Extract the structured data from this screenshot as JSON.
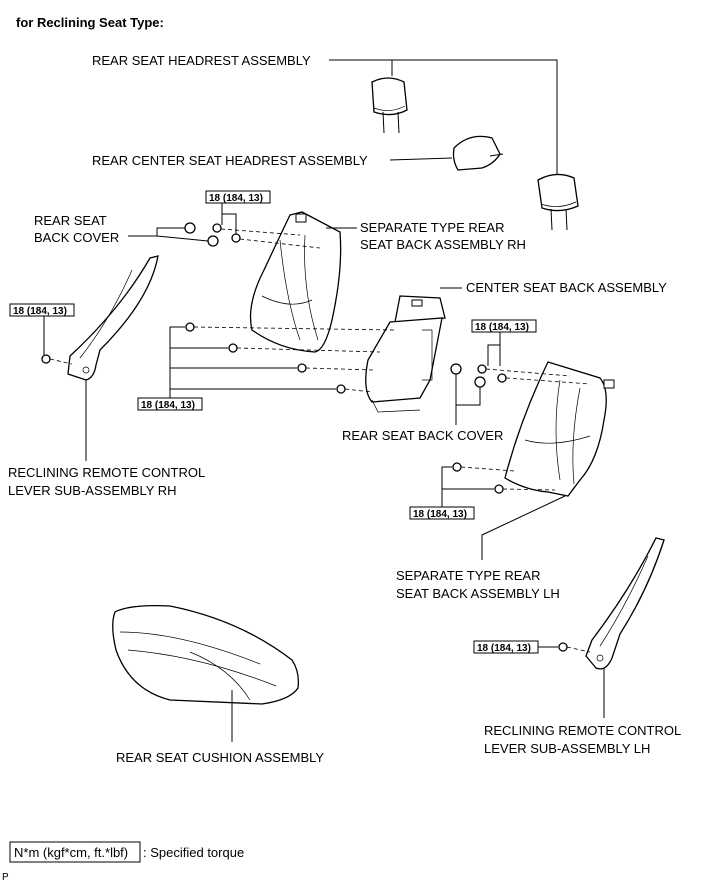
{
  "header": {
    "title": "for Reclining Seat Type:"
  },
  "labels": {
    "rear_seat_headrest": "REAR SEAT HEADREST ASSEMBLY",
    "rear_center_headrest": "REAR CENTER SEAT HEADREST ASSEMBLY",
    "rear_seat_back_cover_left_1": "REAR SEAT",
    "rear_seat_back_cover_left_2": "BACK COVER",
    "separate_rh_1": "SEPARATE TYPE REAR",
    "separate_rh_2": "SEAT BACK ASSEMBLY RH",
    "center_seat_back": "CENTER SEAT BACK ASSEMBLY",
    "rear_seat_back_cover_mid": "REAR SEAT BACK COVER",
    "reclining_rh_1": "RECLINING REMOTE CONTROL",
    "reclining_rh_2": "LEVER SUB-ASSEMBLY RH",
    "separate_lh_1": "SEPARATE TYPE REAR",
    "separate_lh_2": "SEAT BACK ASSEMBLY LH",
    "rear_seat_cushion": "REAR SEAT CUSHION ASSEMBLY",
    "reclining_lh_1": "RECLINING REMOTE CONTROL",
    "reclining_lh_2": "LEVER SUB-ASSEMBLY LH"
  },
  "torque": {
    "spec": "18 (184, 13)"
  },
  "legend": {
    "unit": "N*m (kgf*cm, ft.*lbf)",
    "text": ": Specified torque"
  },
  "footer": {
    "mark": "P"
  }
}
